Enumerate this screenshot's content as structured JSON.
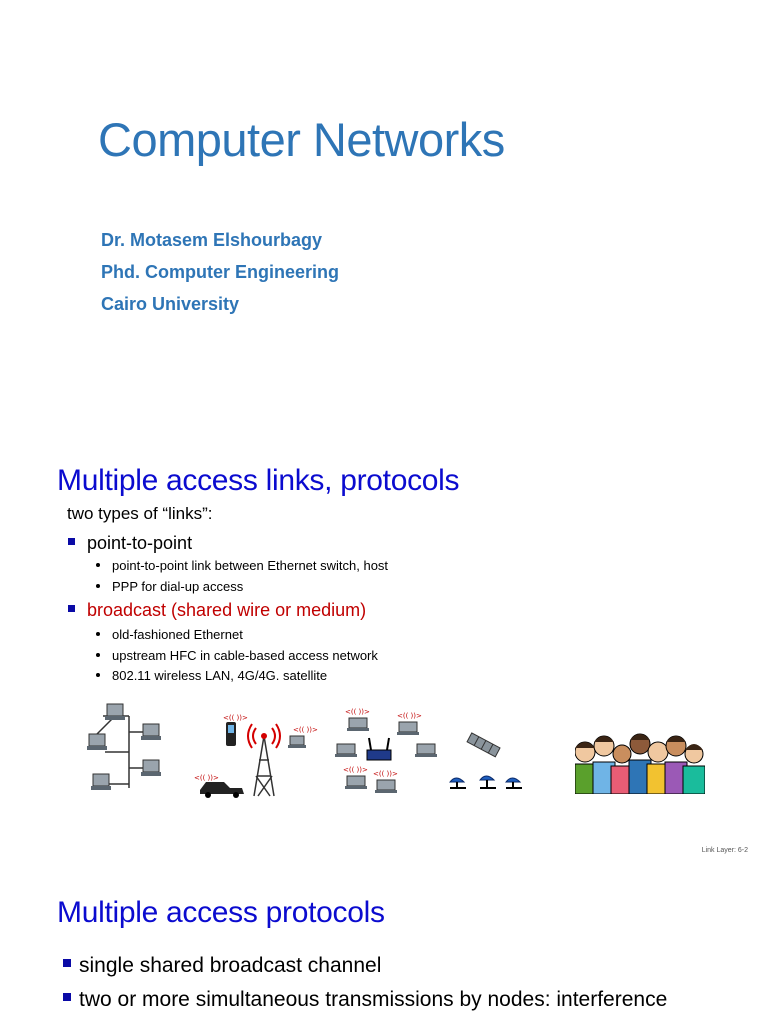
{
  "slide1": {
    "title": "Computer Networks",
    "author_lines": [
      "Dr. Motasem Elshourbagy",
      "Phd. Computer Engineering",
      "Cairo University"
    ]
  },
  "slide2": {
    "title": "Multiple access links, protocols",
    "intro": "two types of “links”:",
    "bullets": [
      {
        "label": "point-to-point",
        "sub": [
          "point-to-point link between Ethernet switch, host",
          "PPP for dial-up access"
        ]
      },
      {
        "label": "broadcast (shared wire or medium)",
        "sub": [
          "old-fashioned Ethernet",
          "upstream HFC in cable-based access network",
          "802.11 wireless LAN, 4G/4G. satellite"
        ]
      }
    ],
    "figures": [
      "shared-wire-ethernet",
      "shared-rf-wireless",
      "shared-rf-satellite",
      "humans-cocktail-party"
    ],
    "footer": "Link Layer: 6-2"
  },
  "slide3": {
    "title": "Multiple access protocols",
    "bullets": [
      "single shared broadcast channel",
      "two or more simultaneous transmissions by nodes: interference"
    ]
  },
  "colors": {
    "title_blue": "#2e75b6",
    "heading_blue": "#0b0bcf",
    "bullet_navy": "#0a0aa6",
    "broadcast_red": "#c00000"
  }
}
